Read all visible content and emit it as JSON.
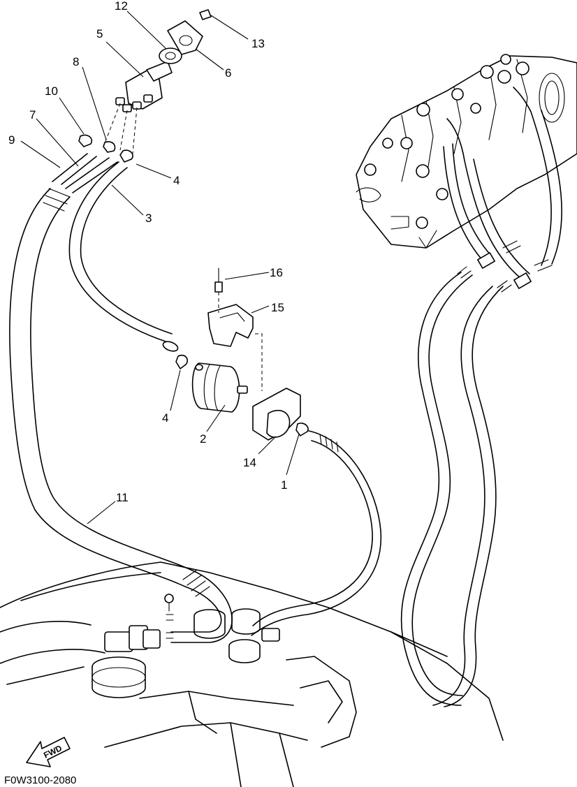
{
  "callouts": {
    "c1": "1",
    "c2": "2",
    "c3": "3",
    "c4a": "4",
    "c4b": "4",
    "c5": "5",
    "c6": "6",
    "c7": "7",
    "c8": "8",
    "c9": "9",
    "c10": "10",
    "c11": "11",
    "c12": "12",
    "c13": "13",
    "c14": "14",
    "c15": "15",
    "c16": "16"
  },
  "direction_arrow": {
    "label": "FWD"
  },
  "drawing_code": "F0W3100-2080"
}
